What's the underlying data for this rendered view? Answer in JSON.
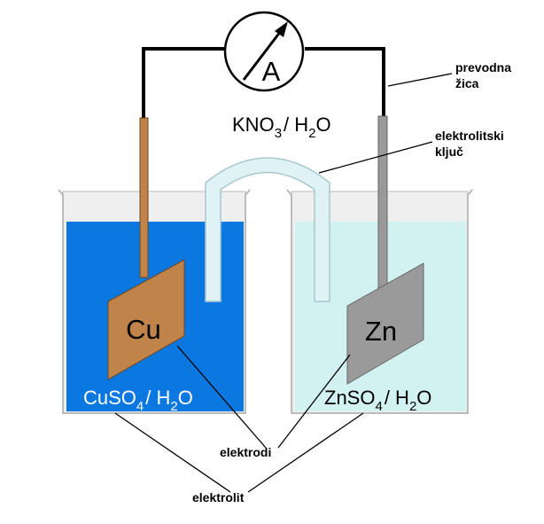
{
  "diagram": {
    "ammeter_symbol": "A",
    "salt_bridge_formula": {
      "part1": "KNO",
      "sub1": "3",
      "part2": "/ H",
      "sub2": "2",
      "part3": "O"
    },
    "left_metal": "Cu",
    "right_metal": "Zn",
    "left_solution": {
      "part1": "CuSO",
      "sub1": "4",
      "part2": "/ H",
      "sub2": "2",
      "part3": "O"
    },
    "right_solution": {
      "part1": "ZnSO",
      "sub1": "4",
      "part2": "/ H",
      "sub2": "2",
      "part3": "O"
    },
    "labels": {
      "wire_line1": "prevodna",
      "wire_line2": "žica",
      "bridge_line1": "elektrolitski",
      "bridge_line2": "ključ",
      "electrodes": "elektrodi",
      "electrolyte": "elektrolit"
    },
    "colors": {
      "copper": "#c0834a",
      "zinc": "#9a9a9a",
      "cuso4_solution": "#0a78e0",
      "znso4_solution": "#d2f2f2",
      "salt_bridge": "#dff3f5",
      "beaker_glass": "#ececec"
    }
  }
}
